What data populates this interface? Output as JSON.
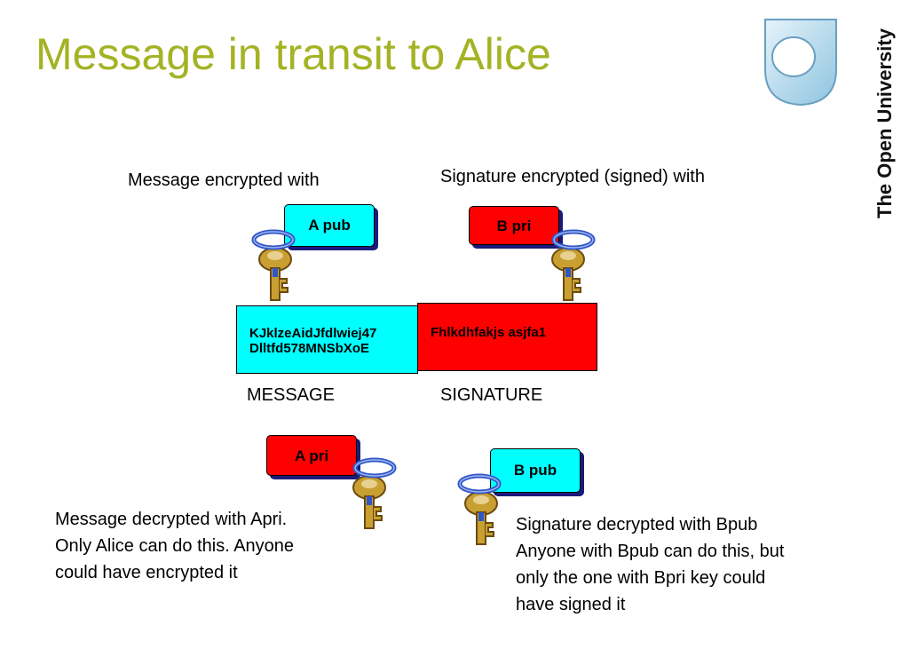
{
  "title": "Message in transit to Alice",
  "brand": "The Open University",
  "captions": {
    "message_encrypted_with": "Message encrypted with",
    "signature_encrypted_with": "Signature encrypted (signed) with",
    "message": "MESSAGE",
    "signature": "SIGNATURE"
  },
  "keys": {
    "a_pub": "A pub",
    "b_pri": "B pri",
    "a_pri": "A pri",
    "b_pub": "B pub"
  },
  "message_box": {
    "line1": "KJklzeAidJfdlwiej47",
    "line2": "Dlltfd578MNSbXoE"
  },
  "signature_box": {
    "text": "Fhlkdhfakjs asjfa1"
  },
  "notes": {
    "alice": [
      "Message  decrypted with Apri.",
      "Only Alice can do this. Anyone",
      "could have encrypted it"
    ],
    "bob": [
      "Signature decrypted with Bpub",
      "Anyone with Bpub can do this, but",
      "only the one with Bpri key could",
      "have signed it"
    ]
  },
  "colors": {
    "title": "#a3b324",
    "public_key": "#00ffff",
    "private_key": "#ff0000",
    "key_ring": "#2f56c8",
    "key_metal": "#c8a032"
  }
}
